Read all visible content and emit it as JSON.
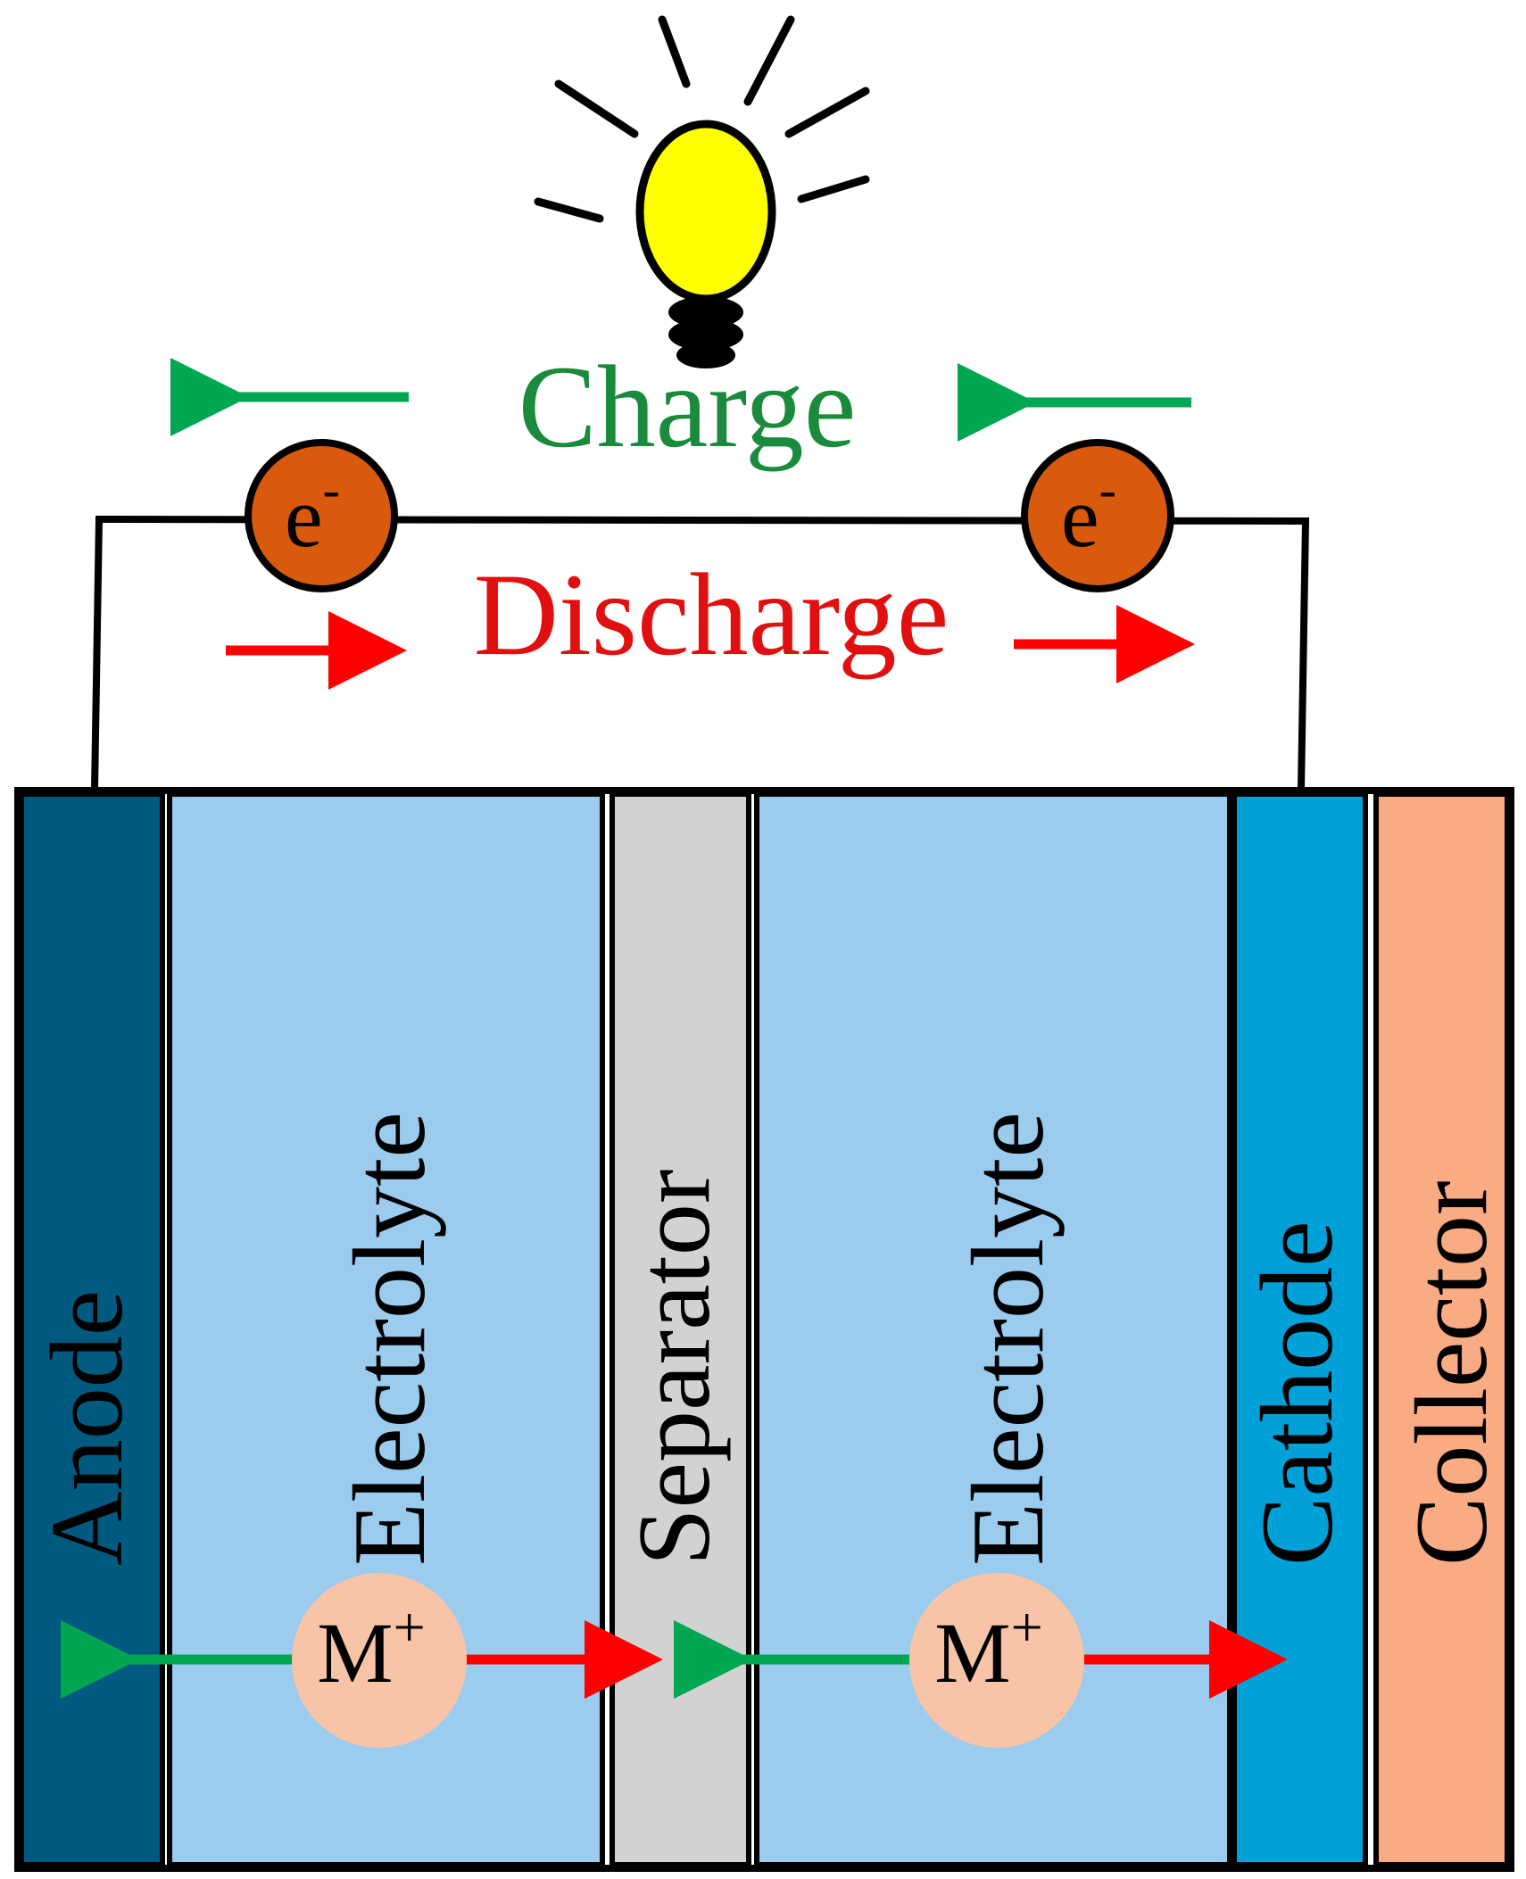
{
  "labels": {
    "charge": "Charge",
    "discharge": "Discharge",
    "electron": "e",
    "electron_charge": "-",
    "ion": "M",
    "ion_charge": "+"
  },
  "layers": [
    {
      "id": "anode",
      "label": "Anode",
      "fill": "#005a80"
    },
    {
      "id": "electrolyte-left",
      "label": "Electrolyte",
      "fill": "#9bcbed"
    },
    {
      "id": "separator",
      "label": "Separator",
      "fill": "#d2d2d2"
    },
    {
      "id": "electrolyte-right",
      "label": "Electrolyte",
      "fill": "#9bcbed"
    },
    {
      "id": "cathode",
      "label": "Cathode",
      "fill": "#00a0d8"
    },
    {
      "id": "collector",
      "label": "Collector",
      "fill": "#f9ab84"
    }
  ],
  "colors": {
    "charge": "#00a651",
    "charge_text": "#1a8a3c",
    "discharge": "#ff0000",
    "discharge_text": "#e01010",
    "electron": "#d95a0c",
    "ion": "#f8c4a8",
    "bulb": "#ffff00",
    "wire": "#000000"
  }
}
